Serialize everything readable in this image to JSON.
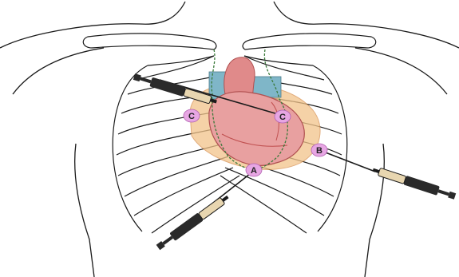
{
  "markers": {
    "a": "A",
    "b": "B",
    "c_left": "C",
    "c_right": "C"
  },
  "colors": {
    "outline": "#1a1a1a",
    "heart": "#e8a0a0",
    "heart_dark": "#d06a6a",
    "pericardium": "#f2c48a",
    "vessel": "#7fb6c8",
    "marker_fill": "#e7a6e3",
    "syringe_body": "#e8d6b0",
    "syringe_dark": "#2a2a2a"
  },
  "icons": {
    "syringe": "syringe-icon"
  }
}
